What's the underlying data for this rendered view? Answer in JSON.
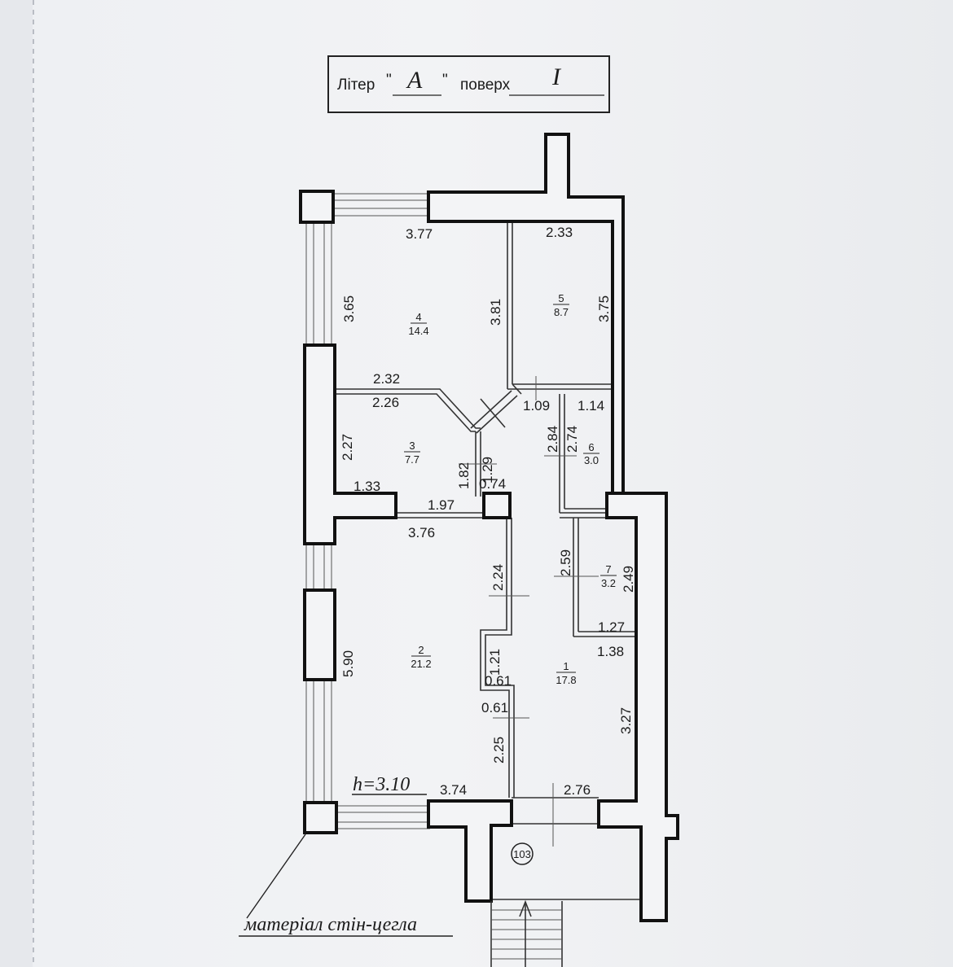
{
  "header": {
    "liter_label": "Літер",
    "liter_quote_open": "\"",
    "liter_value": "А",
    "liter_quote_close": "\"",
    "floor_label": "поверх",
    "floor_value": "І"
  },
  "rooms": [
    {
      "number": "4",
      "area": "14.4"
    },
    {
      "number": "5",
      "area": "8.7"
    },
    {
      "number": "3",
      "area": "7.7"
    },
    {
      "number": "6",
      "area": "3.0"
    },
    {
      "number": "7",
      "area": "3.2"
    },
    {
      "number": "2",
      "area": "21.2"
    },
    {
      "number": "1",
      "area": "17.8"
    }
  ],
  "dimensions": {
    "r4_top": "3.77",
    "r4_left": "3.65",
    "r4_right": "3.81",
    "r4_bottom": "2.32",
    "r5_top": "2.33",
    "r5_right": "3.75",
    "r3_top": "2.26",
    "r3_left": "2.27",
    "r3_bottom_left": "1.33",
    "r3_bottom": "1.97",
    "r3_right_a": "1.82",
    "r3_right_b": "1.29",
    "r3_door": "0.74",
    "r6_top_a": "1.09",
    "r6_top_b": "1.14",
    "r6_left": "2.84",
    "r6_right": "2.74",
    "r2_top": "3.76",
    "r2_right_top": "2.24",
    "r2_left": "5.90",
    "r2_right_mid": "1.21",
    "r2_step_a": "0.61",
    "r2_step_b": "0.61",
    "r2_right_bottom": "2.25",
    "r2_bottom": "3.74",
    "r7_left": "2.59",
    "r7_right": "2.49",
    "r7_bottom": "1.27",
    "r1_step": "1.38",
    "r1_right": "3.27",
    "r1_bottom": "2.76"
  },
  "height_label": "h=3.10",
  "stair_marker": "103",
  "wall_material_note": "матеріал стін-цегла"
}
